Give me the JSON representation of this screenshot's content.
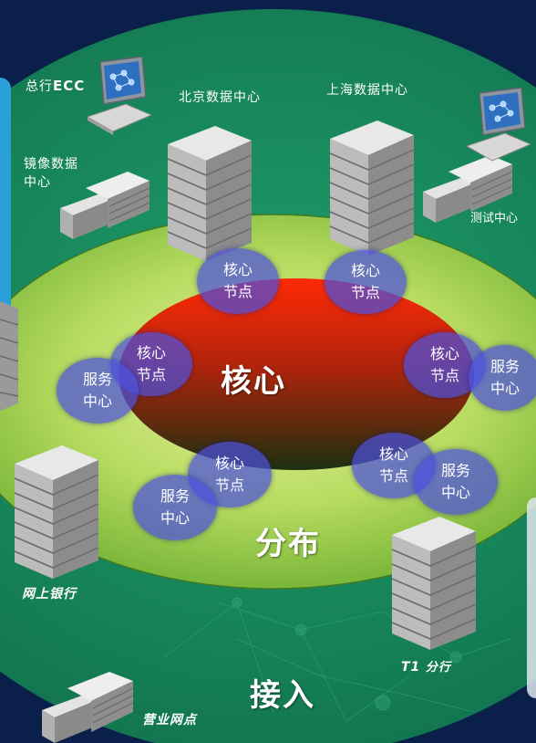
{
  "labels": {
    "hq_ecc_prefix": "总行",
    "hq_ecc_suffix": "ECC",
    "beijing_dc": "北京数据中心",
    "shanghai_dc": "上海数据中心",
    "mirror_dc": "镜像数据中心",
    "test_center": "测试中心",
    "online_bank": "网上银行",
    "t1_branch_prefix": "T1",
    "t1_branch_suffix": " 分行",
    "business_outlet": "营业网点"
  },
  "zones": {
    "core": "核心",
    "distribution": "分布",
    "access": "接入"
  },
  "nodes": {
    "core_node": "核心节点",
    "service_center": "服务中心"
  },
  "colors": {
    "background": "#0a1f4a",
    "outer_zone": "#17835a",
    "distribution_zone": "#a8d25a",
    "core_zone": "#e0200a",
    "node_fill": "#4b50dc"
  }
}
